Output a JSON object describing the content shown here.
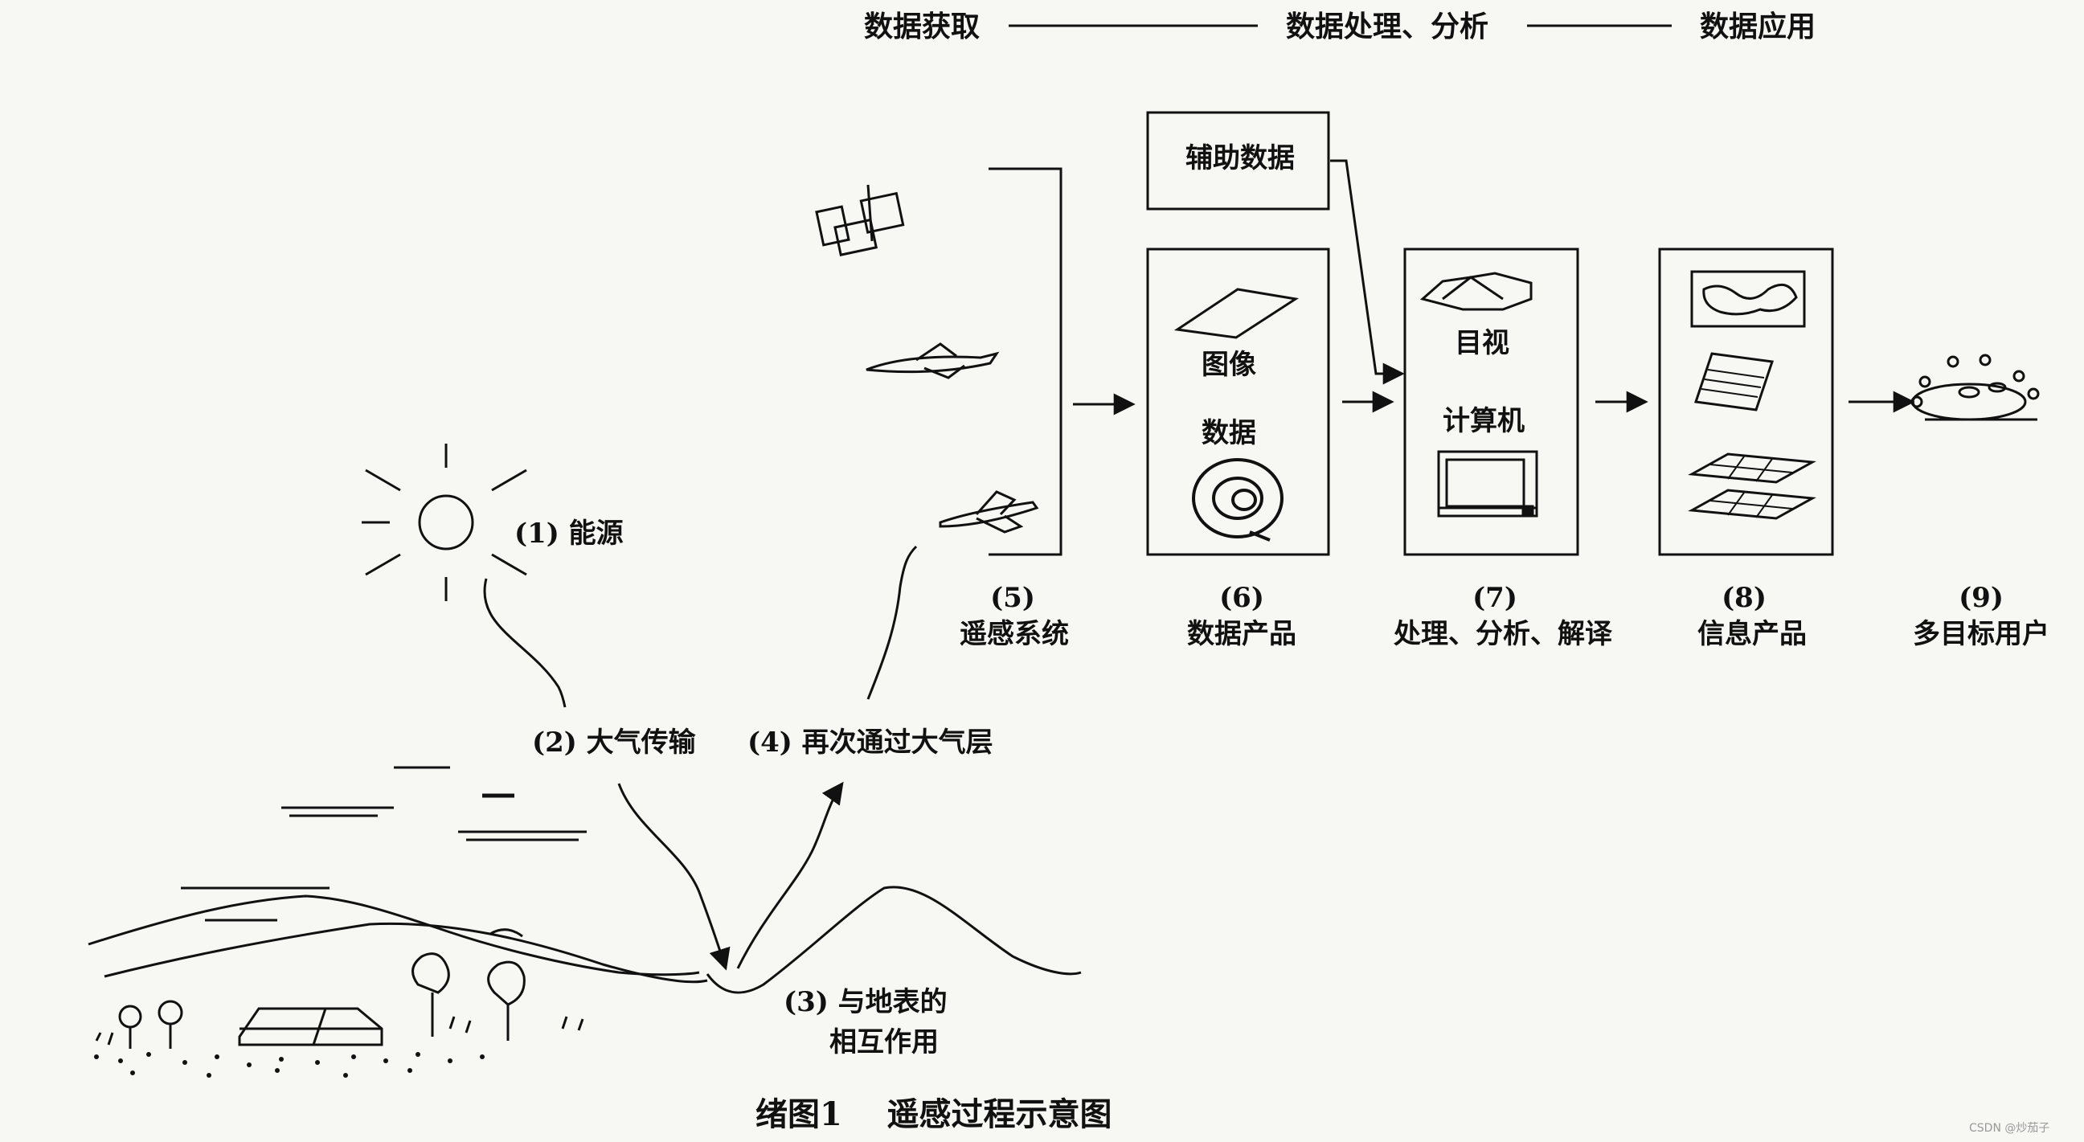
{
  "phases": {
    "acquisition": "数据获取",
    "processing": "数据处理、分析",
    "application": "数据应用"
  },
  "ancillary": "辅助数据",
  "box_data": {
    "image": "图像",
    "data": "数据"
  },
  "box_interp": {
    "visual": "目视",
    "computer": "计算机"
  },
  "stages": [
    {
      "num": "(5)",
      "label": "遥感系统"
    },
    {
      "num": "(6)",
      "label": "数据产品"
    },
    {
      "num": "(7)",
      "label": "处理、分析、解译"
    },
    {
      "num": "(8)",
      "label": "信息产品"
    },
    {
      "num": "(9)",
      "label": "多目标用户"
    }
  ],
  "steps": [
    {
      "label": "(1) 能源"
    },
    {
      "label": "(2) 大气传输"
    },
    {
      "label": "(4) 再次通过大气层"
    },
    {
      "label": "(3) 与地表的",
      "line2": "相互作用"
    }
  ],
  "caption": "绪图1    遥感过程示意图",
  "watermark": "CSDN @炒茄子"
}
